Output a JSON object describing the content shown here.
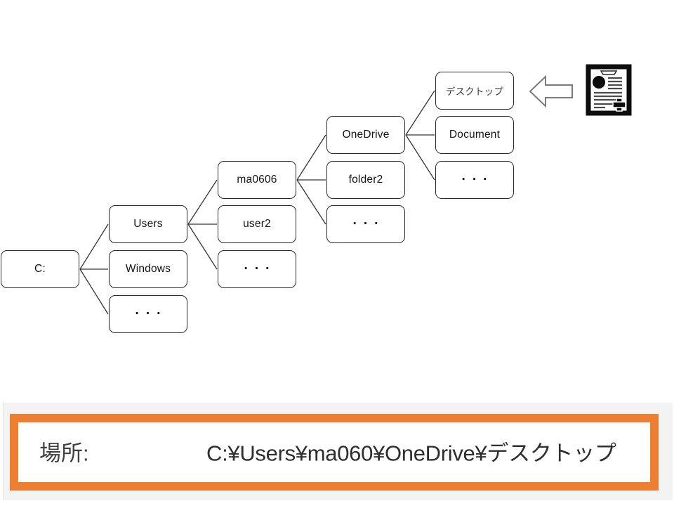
{
  "tree": {
    "c": "C:",
    "users": "Users",
    "windows": "Windows",
    "dots_drive": "···",
    "ma0606": "ma0606",
    "user2": "user2",
    "dots_users": "···",
    "onedrive": "OneDrive",
    "folder2": "folder2",
    "dots_ma": "···",
    "desktop": "デスクトップ",
    "document": "Document",
    "dots_onedrive": "···"
  },
  "location_bar": {
    "label": "場所:",
    "path": "C:¥Users¥ma060¥OneDrive¥デスクトップ"
  },
  "icons": {
    "arrow": "left-block-arrow",
    "document": "document-plus-icon"
  },
  "colors": {
    "accent_orange": "#ED7D31",
    "band_gray": "#f3f3f3",
    "node_border": "#2b2b2b",
    "connector_line": "#333333",
    "icon_black": "#0d0d0d",
    "arrow_gray": "#7a7a7a"
  }
}
